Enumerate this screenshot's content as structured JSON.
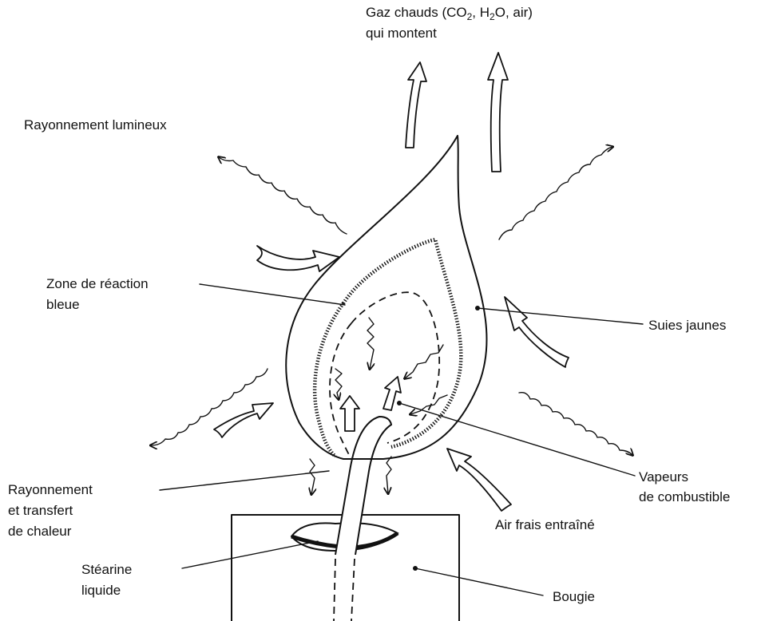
{
  "labels": {
    "gaz_line1_pre": "Gaz chauds (CO",
    "gaz_sub1": "2",
    "gaz_mid": ", H",
    "gaz_sub2": "2",
    "gaz_post": "O, air)",
    "gaz_line2": "qui montent",
    "rayonnement_lumineux": "Rayonnement lumineux",
    "zone_reaction_1": "Zone de réaction",
    "zone_reaction_2": "bleue",
    "suies_jaunes": "Suies jaunes",
    "vapeurs_1": "Vapeurs",
    "vapeurs_2": "de combustible",
    "rayonnement_transfert_1": "Rayonnement",
    "rayonnement_transfert_2": "et transfert",
    "rayonnement_transfert_3": "de chaleur",
    "air_frais": "Air frais entraîné",
    "stearine_1": "Stéarine",
    "stearine_2": "liquide",
    "bougie": "Bougie"
  }
}
